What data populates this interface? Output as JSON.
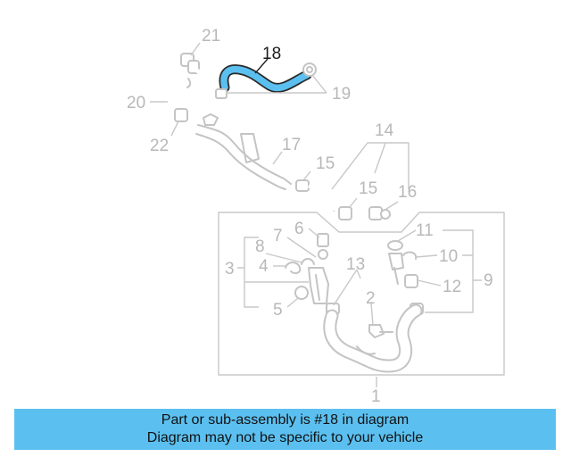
{
  "diagram": {
    "highlighted_part": "18",
    "highlight_color": "#5bc0f0",
    "callouts": {
      "c1": "1",
      "c2": "2",
      "c3": "3",
      "c4": "4",
      "c5": "5",
      "c6": "6",
      "c7": "7",
      "c8": "8",
      "c9": "9",
      "c10": "10",
      "c11": "11",
      "c12": "12",
      "c13": "13",
      "c14": "14",
      "c15a": "15",
      "c15b": "15",
      "c16": "16",
      "c17": "17",
      "c18": "18",
      "c19": "19",
      "c20": "20",
      "c21": "21",
      "c22": "22"
    }
  },
  "banner": {
    "line1": "Part or sub-assembly is #18 in diagram",
    "line2": "Diagram may not be specific to your vehicle",
    "background": "#5bc0f0"
  }
}
